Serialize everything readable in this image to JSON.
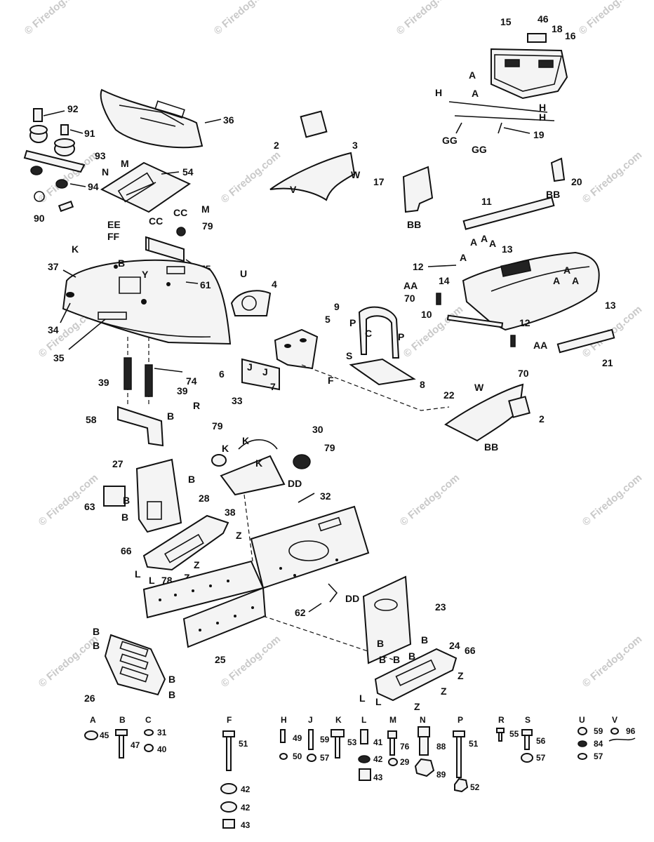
{
  "watermark": "© Firedog.com",
  "callouts": {
    "c2a": "2",
    "c3": "3",
    "c4": "4",
    "c5": "5",
    "c6": "6",
    "c7": "7",
    "c8": "8",
    "c9": "9",
    "c10": "10",
    "c11": "11",
    "c12a": "12",
    "c12b": "12",
    "c13a": "13",
    "c13b": "13",
    "c14": "14",
    "c15": "15",
    "c16": "16",
    "c17": "17",
    "c18": "18",
    "c19": "19",
    "c20": "20",
    "c21": "21",
    "c22": "22",
    "c23": "23",
    "c24": "24",
    "c25": "25",
    "c26": "26",
    "c27": "27",
    "c28": "28",
    "c2b": "2",
    "c30": "30",
    "c32": "32",
    "c33": "33",
    "c34": "34",
    "c35": "35",
    "c36": "36",
    "c37": "37",
    "c38": "38",
    "c39a": "39",
    "c39b": "39",
    "c46": "46",
    "c54": "54",
    "c58": "58",
    "c61": "61",
    "c62": "62",
    "c63": "63",
    "c66a": "66",
    "c66b": "66",
    "c70a": "70",
    "c70b": "70",
    "c74": "74",
    "c75": "75",
    "c78": "78",
    "c79a": "79",
    "c79b": "79",
    "c79c": "79",
    "c90": "90",
    "c91": "91",
    "c92": "92",
    "c93": "93",
    "c94": "94"
  },
  "letter_tags": {
    "A": "A",
    "AA": "AA",
    "B": "B",
    "BB": "BB",
    "C": "C",
    "CC": "CC",
    "DD": "DD",
    "EE": "EE",
    "FF": "FF",
    "F": "F",
    "GG": "GG",
    "H": "H",
    "J": "J",
    "K": "K",
    "L": "L",
    "M": "M",
    "N": "N",
    "P": "P",
    "R": "R",
    "S": "S",
    "U": "U",
    "V": "V",
    "W": "W",
    "Y": "Y",
    "Z": "Z"
  },
  "hardware": [
    {
      "letter": "A",
      "parts": [
        "45"
      ]
    },
    {
      "letter": "B",
      "parts": [
        "47"
      ]
    },
    {
      "letter": "C",
      "parts": [
        "31",
        "40"
      ]
    },
    {
      "letter": "F",
      "parts": [
        "51",
        "42",
        "42",
        "43"
      ]
    },
    {
      "letter": "H",
      "parts": [
        "49",
        "50"
      ]
    },
    {
      "letter": "J",
      "parts": [
        "59",
        "57"
      ]
    },
    {
      "letter": "K",
      "parts": [
        "53"
      ]
    },
    {
      "letter": "L",
      "parts": [
        "41",
        "42",
        "43"
      ]
    },
    {
      "letter": "M",
      "parts": [
        "76",
        "29"
      ]
    },
    {
      "letter": "N",
      "parts": [
        "88",
        "89"
      ]
    },
    {
      "letter": "P",
      "parts": [
        "51",
        "52"
      ]
    },
    {
      "letter": "R",
      "parts": [
        "55"
      ]
    },
    {
      "letter": "S",
      "parts": [
        "56",
        "57"
      ]
    },
    {
      "letter": "U",
      "parts": [
        "59",
        "84",
        "57"
      ]
    },
    {
      "letter": "V",
      "parts": [
        "96"
      ]
    }
  ]
}
